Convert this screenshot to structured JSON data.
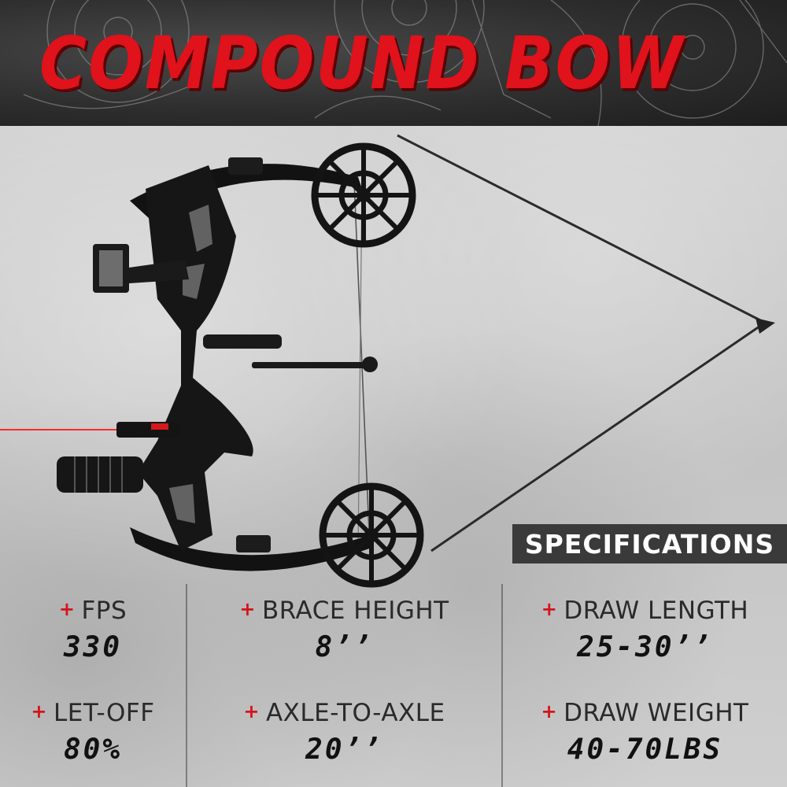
{
  "banner": {
    "title": "COMPOUND BOW"
  },
  "badge": {
    "label": "SPECIFICATIONS"
  },
  "specs": [
    {
      "label": "FPS",
      "value": "330"
    },
    {
      "label": "BRACE HEIGHT",
      "value": "8’’"
    },
    {
      "label": "DRAW LENGTH",
      "value": "25-30’’"
    },
    {
      "label": "LET-OFF",
      "value": "80%"
    },
    {
      "label": "AXLE-TO-AXLE",
      "value": "20’’"
    },
    {
      "label": "DRAW WEIGHT",
      "value": "40-70LBS"
    }
  ],
  "colors": {
    "accent": "#e0121b",
    "banner_bg": "#2e2e2e",
    "badge_bg": "#3a3a3a",
    "laser": "#ff2a2a"
  },
  "icons": {
    "bullet": "plus-icon"
  }
}
